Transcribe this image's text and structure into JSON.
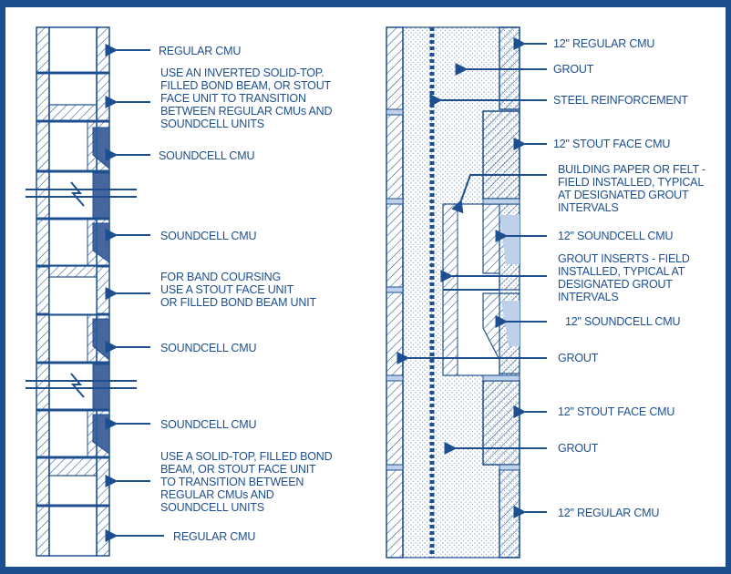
{
  "colors": {
    "frame": "#1d4f90",
    "ink": "#1d4f90",
    "fill_dark": "#46679e",
    "fill_light": "#bfd0ea",
    "background": "#ffffff"
  },
  "left_detail": {
    "labels": {
      "regular_cmu_top": "REGULAR CMU",
      "inverted_bond_beam": [
        "USE AN INVERTED SOLID-TOP.",
        "FILLED BOND BEAM, OR STOUT",
        "FACE UNIT TO TRANSITION",
        "BETWEEN REGULAR CMUs AND",
        "SOUNDCELL UNITS"
      ],
      "soundcell_1": "SOUNDCELL CMU",
      "soundcell_2": "SOUNDCELL CMU",
      "band_coursing": [
        "FOR BAND COURSING",
        "USE A STOUT FACE UNIT",
        "OR FILLED BOND BEAM UNIT"
      ],
      "soundcell_3": "SOUNDCELL CMU",
      "soundcell_4": "SOUNDCELL CMU",
      "solid_top_bond_beam": [
        "USE A SOLID-TOP, FILLED BOND",
        "BEAM, OR STOUT FACE UNIT",
        "TO TRANSITION BETWEEN",
        "REGULAR CMUs AND",
        "SOUNDCELL UNITS"
      ],
      "regular_cmu_bottom": "REGULAR CMU"
    }
  },
  "right_detail": {
    "labels": {
      "regular_cmu_top": "12\" REGULAR CMU",
      "grout_top": "GROUT",
      "steel_reinforcement": "STEEL REINFORCEMENT",
      "stout_face_top": "12\" STOUT FACE CMU",
      "building_paper": [
        "BUILDING PAPER OR FELT -",
        "FIELD INSTALLED, TYPICAL",
        "AT DESIGNATED GROUT",
        "INTERVALS"
      ],
      "soundcell_1": "12\" SOUNDCELL CMU",
      "grout_inserts": [
        "GROUT INSERTS - FIELD",
        "INSTALLED, TYPICAL AT",
        "DESIGNATED GROUT",
        "INTERVALS"
      ],
      "soundcell_2": "12\" SOUNDCELL CMU",
      "grout_mid": "GROUT",
      "stout_face_bottom": "12\" STOUT FACE CMU",
      "grout_bottom": "GROUT",
      "regular_cmu_bottom": "12\" REGULAR CMU"
    }
  }
}
